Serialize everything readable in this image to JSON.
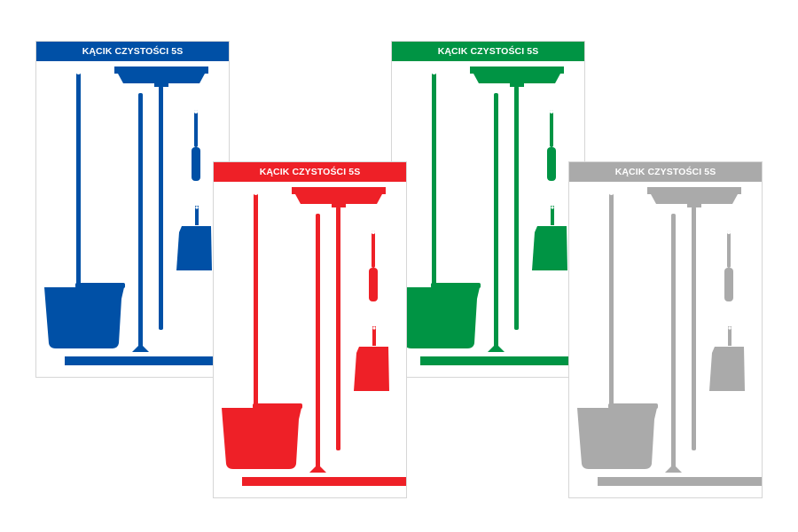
{
  "boards": [
    {
      "title": "KĄCIK CZYSTOŚCI 5S",
      "color": "#0050a6"
    },
    {
      "title": "KĄCIK CZYSTOŚCI 5S",
      "color": "#ee2027"
    },
    {
      "title": "KĄCIK CZYSTOŚCI 5S",
      "color": "#009444"
    },
    {
      "title": "KĄCIK CZYSTOŚCI 5S",
      "color": "#aaaaaa"
    }
  ],
  "tools": [
    "squeegee-icon",
    "broom-icon",
    "mop-icon",
    "bucket-icon",
    "hand-brush-icon",
    "dustpan-icon"
  ]
}
